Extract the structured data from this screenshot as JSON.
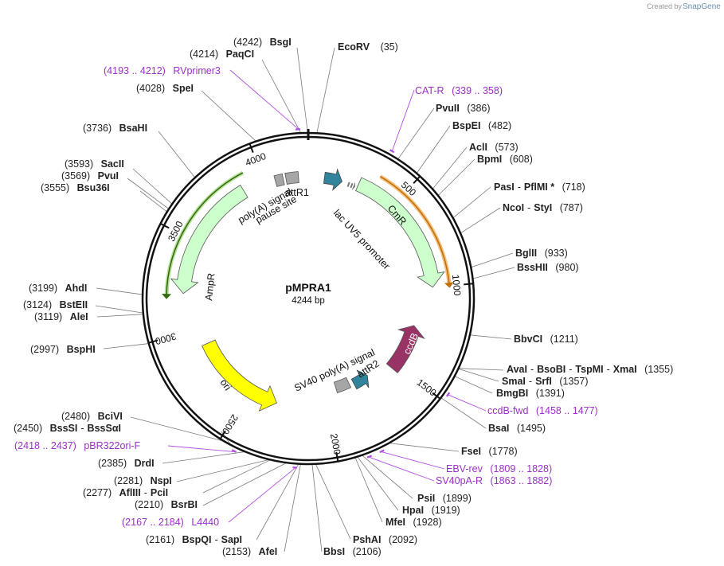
{
  "credit": {
    "created_by": "Created by",
    "brand": "SnapGene"
  },
  "plasmid": {
    "name": "pMPRA1",
    "size_label": "4244 bp",
    "length": 4244
  },
  "tick_labels": [
    "500",
    "1000",
    "1500",
    "2000",
    "2500",
    "3000",
    "3500",
    "4000"
  ],
  "sites": [
    {
      "id": "bsgi",
      "pos": "(4242)",
      "name": "BsgI",
      "loc": 4242
    },
    {
      "id": "paqci",
      "pos": "(4214)",
      "name": "PaqCI",
      "loc": 4214
    },
    {
      "id": "spei",
      "pos": "(4028)",
      "name": "SpeI",
      "loc": 4028
    },
    {
      "id": "bsahi",
      "pos": "(3736)",
      "name": "BsaHI",
      "loc": 3736
    },
    {
      "id": "sacii",
      "pos": "(3593)",
      "name": "SacII",
      "loc": 3593
    },
    {
      "id": "pvui",
      "pos": "(3569)",
      "name": "PvuI",
      "loc": 3569
    },
    {
      "id": "bsu36i",
      "pos": "(3555)",
      "name": "Bsu36I",
      "loc": 3555
    },
    {
      "id": "ahdi",
      "pos": "(3199)",
      "name": "AhdI",
      "loc": 3199
    },
    {
      "id": "bsteii",
      "pos": "(3124)",
      "name": "BstEII",
      "loc": 3124
    },
    {
      "id": "alei",
      "pos": "(3119)",
      "name": "AleI",
      "loc": 3119
    },
    {
      "id": "bsphi",
      "pos": "(2997)",
      "name": "BspHI",
      "loc": 2997
    },
    {
      "id": "bcivi",
      "pos": "(2480)",
      "name": "BciVI",
      "loc": 2480
    },
    {
      "id": "bsssi",
      "pos": "(2450)",
      "name": "BssSI",
      "alt": "BssSαI",
      "loc": 2450
    },
    {
      "id": "drdi",
      "pos": "(2385)",
      "name": "DrdI",
      "loc": 2385
    },
    {
      "id": "nspi",
      "pos": "(2281)",
      "name": "NspI",
      "loc": 2281
    },
    {
      "id": "afliii",
      "pos": "(2277)",
      "name": "AflIII",
      "alt": "PciI",
      "loc": 2277
    },
    {
      "id": "bsrbi",
      "pos": "(2210)",
      "name": "BsrBI",
      "loc": 2210
    },
    {
      "id": "bspqi",
      "pos": "(2161)",
      "name": "BspQI",
      "alt": "SapI",
      "loc": 2161
    },
    {
      "id": "afei",
      "pos": "(2153)",
      "name": "AfeI",
      "loc": 2153
    },
    {
      "id": "bbsi",
      "pos": "(2106)",
      "name": "BbsI",
      "loc": 2106
    },
    {
      "id": "pshai",
      "pos": "(2092)",
      "name": "PshAI",
      "loc": 2092
    },
    {
      "id": "mfei",
      "pos": "(1928)",
      "name": "MfeI",
      "loc": 1928
    },
    {
      "id": "hpai",
      "pos": "(1919)",
      "name": "HpaI",
      "loc": 1919
    },
    {
      "id": "psii",
      "pos": "(1899)",
      "name": "PsiI",
      "loc": 1899
    },
    {
      "id": "fsei",
      "pos": "(1778)",
      "name": "FseI",
      "loc": 1778
    },
    {
      "id": "bsai",
      "pos": "(1495)",
      "name": "BsaI",
      "loc": 1495
    },
    {
      "id": "bmgbi",
      "pos": "(1391)",
      "name": "BmgBI",
      "loc": 1391
    },
    {
      "id": "smai",
      "pos": "(1357)",
      "name": "SmaI",
      "alt": "SrfI",
      "loc": 1357
    },
    {
      "id": "avai",
      "pos": "(1355)",
      "name": "AvaI",
      "alt": "BsoBI",
      "alt2": "TspMI",
      "alt3": "XmaI",
      "loc": 1355
    },
    {
      "id": "bbvci",
      "pos": "(1211)",
      "name": "BbvCI",
      "loc": 1211
    },
    {
      "id": "psshii",
      "pos": "(980)",
      "name": "BssHII",
      "loc": 980
    },
    {
      "id": "bglii",
      "pos": "(933)",
      "name": "BglII",
      "loc": 933
    },
    {
      "id": "ncoi",
      "pos": "(787)",
      "name": "NcoI",
      "alt": "StyI",
      "loc": 787
    },
    {
      "id": "pasi",
      "pos": "(718)",
      "name": "PasI",
      "alt": "PflMI *",
      "loc": 718
    },
    {
      "id": "bpmi",
      "pos": "(608)",
      "name": "BpmI",
      "loc": 608
    },
    {
      "id": "acli",
      "pos": "(573)",
      "name": "AclI",
      "loc": 573
    },
    {
      "id": "bspei",
      "pos": "(482)",
      "name": "BspEI",
      "loc": 482
    },
    {
      "id": "pvuii",
      "pos": "(386)",
      "name": "PvuII",
      "loc": 386
    },
    {
      "id": "ecorv",
      "pos": "(35)",
      "name": "EcoRV",
      "loc": 35
    }
  ],
  "primers": [
    {
      "id": "rvprimer3",
      "range": "(4193 .. 4212)",
      "name": "RVprimer3"
    },
    {
      "id": "cat-r",
      "range": "(339 .. 358)",
      "name": "CAT-R"
    },
    {
      "id": "ccdb-fwd",
      "range": "(1458 .. 1477)",
      "name": "ccdB-fwd"
    },
    {
      "id": "ebv-rev",
      "range": "(1809 .. 1828)",
      "name": "EBV-rev"
    },
    {
      "id": "sv40pa-r",
      "range": "(1863 .. 1882)",
      "name": "SV40pA-R"
    },
    {
      "id": "l4440",
      "range": "(2167 .. 2184)",
      "name": "L4440"
    },
    {
      "id": "pbr322ori-f",
      "range": "(2418 .. 2437)",
      "name": "pBR322ori-F"
    }
  ],
  "features": {
    "attr1": "attR1",
    "lacuv5": "lac UV5 promoter",
    "cmr": "CmR",
    "ccdb": "ccdB",
    "attr2": "attR2",
    "sv40": "SV40 poly(A) signal",
    "ori": "ori",
    "ampr": "AmpR",
    "polya_line1": "poly(A) signal",
    "polya_line2": "pause site"
  },
  "colors": {
    "backbone": "#111111",
    "primer": "#9b30c8",
    "cmr": "#ccffcc",
    "ampr": "#ccffcc",
    "ori": "#ffff00",
    "ccdb": "#993366",
    "att": "#31849b",
    "terminator": "#a6a6a6",
    "cmr_orf": "#f0a030",
    "ampr_orf": "#3a7a10"
  }
}
